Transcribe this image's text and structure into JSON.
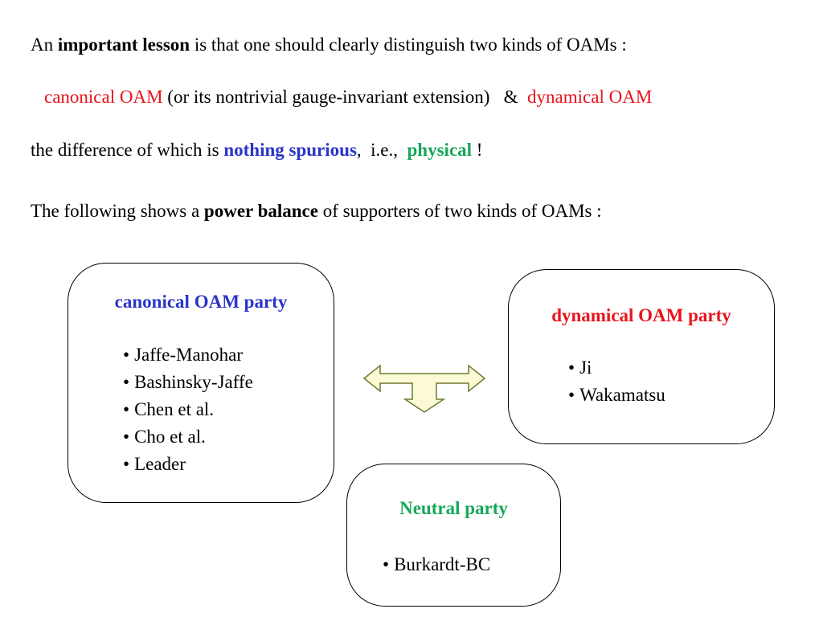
{
  "intro": {
    "line1": {
      "t1": "An ",
      "t2": "important lesson",
      "t3": " is that one should clearly distinguish two kinds of OAMs :"
    },
    "line2": {
      "t1": "canonical OAM",
      "t2": " (or its nontrivial gauge-invariant extension)   &  ",
      "t3": "dynamical OAM"
    },
    "line3": {
      "t1": "the difference of which is ",
      "t2": "nothing spurious",
      "t3": ",  i.e.,  ",
      "t4": "physical",
      "t5": " !"
    },
    "line4": {
      "t1": "The following shows a ",
      "t2": "power balance",
      "t3": " of supporters of two kinds of OAMs :"
    }
  },
  "parties": {
    "canonical": {
      "title": "canonical OAM party",
      "members": [
        "Jaffe-Manohar",
        "Bashinsky-Jaffe",
        "Chen et al.",
        "Cho et al.",
        "Leader"
      ]
    },
    "dynamical": {
      "title": "dynamical OAM party",
      "members": [
        "Ji",
        "Wakamatsu"
      ]
    },
    "neutral": {
      "title": "Neutral party",
      "members": [
        "Burkardt-BC"
      ]
    }
  },
  "bullet": "•",
  "icons": {
    "arrow": "three-way-arrow-icon"
  },
  "colors": {
    "red": "#e8141c",
    "blue": "#2a35c8",
    "green": "#16a85a",
    "arrow_fill": "#fbf9d6"
  }
}
